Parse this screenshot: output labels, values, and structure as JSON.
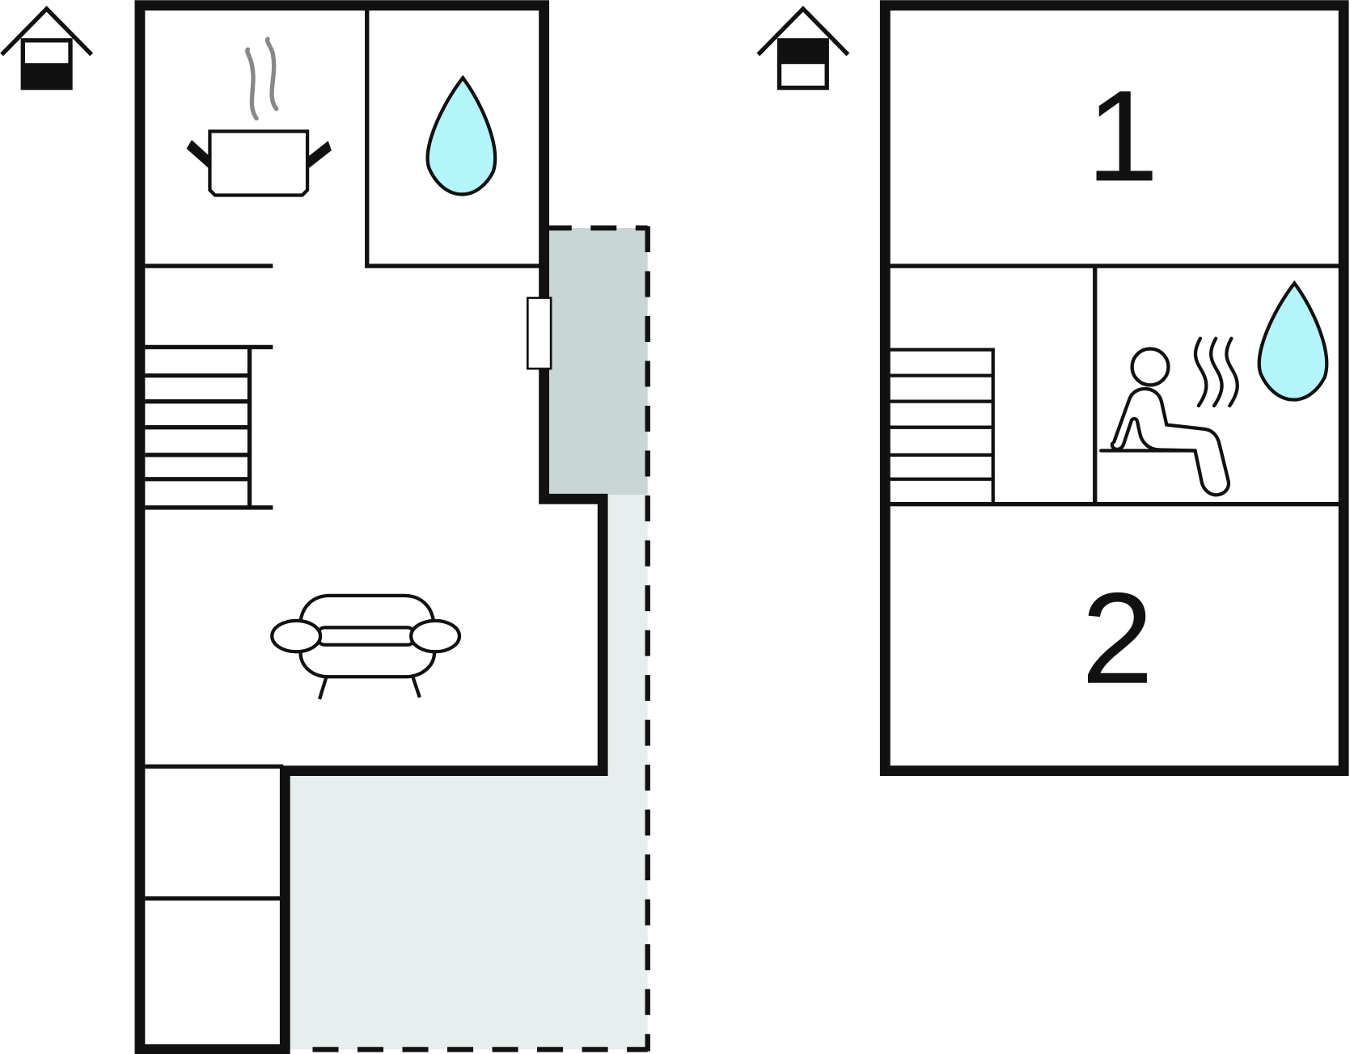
{
  "floors": [
    {
      "name": "ground-floor",
      "rooms": [
        "kitchen",
        "bathroom",
        "stairs",
        "living-room",
        "room",
        "room"
      ],
      "terrace": true
    },
    {
      "name": "upper-floor",
      "rooms": [
        "bedroom",
        "stairs",
        "sauna-bathroom",
        "bedroom"
      ]
    }
  ],
  "labels": {
    "bedroom_1": "1",
    "bedroom_2": "2"
  },
  "colors": {
    "wall": "#111111",
    "water": "#b3f5fa",
    "terrace_covered": "#c8d6d6",
    "terrace_open": "#e6eeee",
    "steam": "#888888"
  }
}
